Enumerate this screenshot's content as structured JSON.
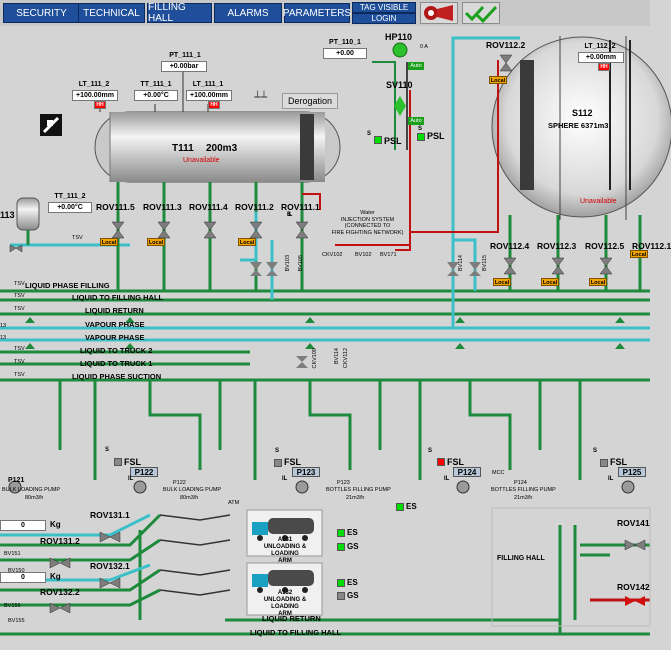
{
  "nav": {
    "buttons": [
      "SECURITY",
      "TECHNICAL",
      "FILLING HALL",
      "ALARMS",
      "PARAMETERS"
    ],
    "tag_visible": "TAG VISIBLE",
    "login": "LOGIN"
  },
  "tank_t111": {
    "name": "T111",
    "capacity": "200m3",
    "status": "Unavailable",
    "derogation": "Derogation",
    "pt_tag": "PT_111_1",
    "pt_value": "+0.00bar",
    "lt1_tag": "LT_111_2",
    "lt1_value": "+100.00mm",
    "lt1_badge": "HH",
    "tt_tag": "TT_111_1",
    "tt_value": "+0.00°C",
    "lt2_tag": "LT_111_1",
    "lt2_value": "+100.00mm",
    "lt2_badge": "HH"
  },
  "tank_113": {
    "name": "113",
    "tt_tag": "TT_111_2",
    "tt_value": "+0.00°C"
  },
  "sphere_s112": {
    "name": "S112",
    "capacity": "SPHERE 6371m3",
    "status": "Unavailable",
    "lt_tag": "LT_112_2",
    "lt_value": "+0.00mm",
    "lt_badge": "HH",
    "rov_top": "ROV112.2"
  },
  "pt_110": {
    "tag": "PT_110_1",
    "value": "+0.00"
  },
  "hp110": {
    "name": "HP110",
    "mode": "Auto",
    "amp": "0 A"
  },
  "sv110": {
    "name": "SV110",
    "mode": "Auto"
  },
  "psl": [
    "PSL",
    "PSL"
  ],
  "s_letter": "S",
  "il_letter": "IL",
  "rovs_t111": [
    "ROV111.5",
    "ROV111.3",
    "ROV111.4",
    "ROV111.2",
    "ROV111.1"
  ],
  "rovs_s112": [
    "ROV112.4",
    "ROV112.3",
    "ROV112.5",
    "ROV112.1"
  ],
  "local_label": "Local",
  "water": [
    "Water",
    "INJECTION SYSTEM",
    "(CONNECTED TO",
    "FIRE FIGHTING NETWORK)"
  ],
  "water_valves": [
    "CKV102",
    "BV102",
    "BV171"
  ],
  "bv_top": [
    "BV103",
    "BV105",
    "BV114",
    "BV115"
  ],
  "tsv": "TSV",
  "headers": [
    "LIQUID PHASE FILLING",
    "LIQUID TO FILLING HALL",
    "LIQUID RETURN",
    "VAPOUR PHASE",
    "VAPOUR PHASE",
    "LIQUID TO TRUCK 2",
    "LIQUID TO TRUCK 1",
    "LIQUID PHASE SUCTION"
  ],
  "side_nums": [
    "13",
    "13"
  ],
  "ckv_mid": [
    "CKV109",
    "BV114",
    "CKV112"
  ],
  "pumps": [
    {
      "tag": "P121",
      "desc": "BULK LOADING PUMP",
      "flow": "80m3/h"
    },
    {
      "tag": "P122",
      "desc": "BULK LOADING PUMP",
      "flow": "80m3/h"
    },
    {
      "tag": "P123",
      "desc": "BOTTLES FILLING PUMP",
      "flow": "21m3/h"
    },
    {
      "tag": "P124",
      "desc": "BOTTLES FILLING PUMP",
      "flow": "21m3/h"
    },
    {
      "tag": "P125",
      "desc": ""
    }
  ],
  "fsl": "FSL",
  "mcc": "MCC",
  "es": "ES",
  "gs": "GS",
  "atm": "ATM",
  "bottom_rovs": [
    "ROV131.1",
    "ROV131.2",
    "ROV132.1",
    "ROV132.2"
  ],
  "kg_values": [
    "0",
    "0"
  ],
  "kg_unit": "Kg",
  "bv_bottom": [
    "BV151",
    "BV150",
    "BV156",
    "BV155"
  ],
  "arms": [
    {
      "tag": "A131",
      "desc": [
        "UNLOADING & LOADING",
        "ARM"
      ]
    },
    {
      "tag": "A132",
      "desc": [
        "UNLOADING & LOADING",
        "ARM"
      ]
    }
  ],
  "filling_hall": "FILLING HALL",
  "rov_right": [
    "ROV141",
    "ROV142"
  ],
  "bottom_headers": [
    "LIQUID RETURN",
    "LIQUID TO FILLING HALL"
  ],
  "colors": {
    "nav_blue": "#1f4e9a",
    "pipe_green": "#1e8a3c",
    "pipe_cyan": "#3cc0c8",
    "pipe_red": "#c01010",
    "valve_grey": "#7d7d7d",
    "local_orange": "#f2a300",
    "alarm_red": "#ff0000",
    "ok_green": "#00dd00"
  }
}
